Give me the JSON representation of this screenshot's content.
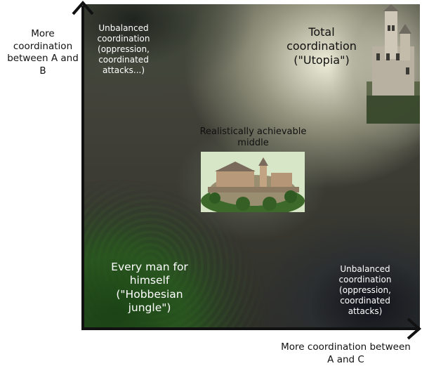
{
  "axes": {
    "y_label": "More coordination between A and B",
    "x_label": "More coordination between A and C"
  },
  "quadrants": {
    "top_left": "Unbalanced coordination (oppression, coordinated attacks...)",
    "top_right": "Total coordination (\"Utopia\")",
    "center": "Realistically achievable middle",
    "bottom_left": "Every man for himself (\"Hobbesian jungle\")",
    "bottom_right": "Unbalanced coordination (oppression, coordinated attacks)"
  },
  "colors": {
    "axis": "#111111",
    "forest": "#2f5a22",
    "cave": "#1c1e26",
    "utopia_glow": "#f2f1dc"
  }
}
